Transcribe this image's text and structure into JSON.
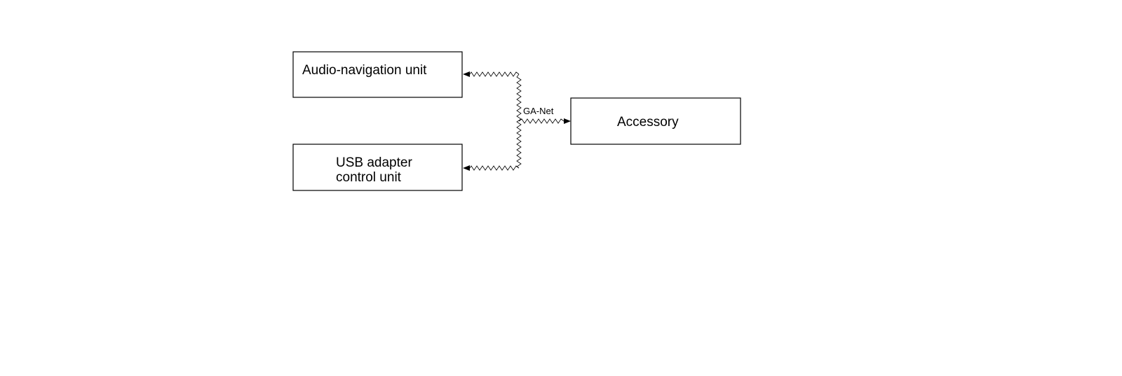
{
  "diagram": {
    "nodes": {
      "audio_nav": {
        "label": "Audio-navigation unit"
      },
      "usb_adapter": {
        "label_line1": "USB adapter",
        "label_line2": "control unit"
      },
      "accessory": {
        "label": "Accessory"
      }
    },
    "bus": {
      "label": "GA-Net",
      "connects": [
        "audio_nav",
        "usb_adapter",
        "accessory"
      ]
    }
  }
}
